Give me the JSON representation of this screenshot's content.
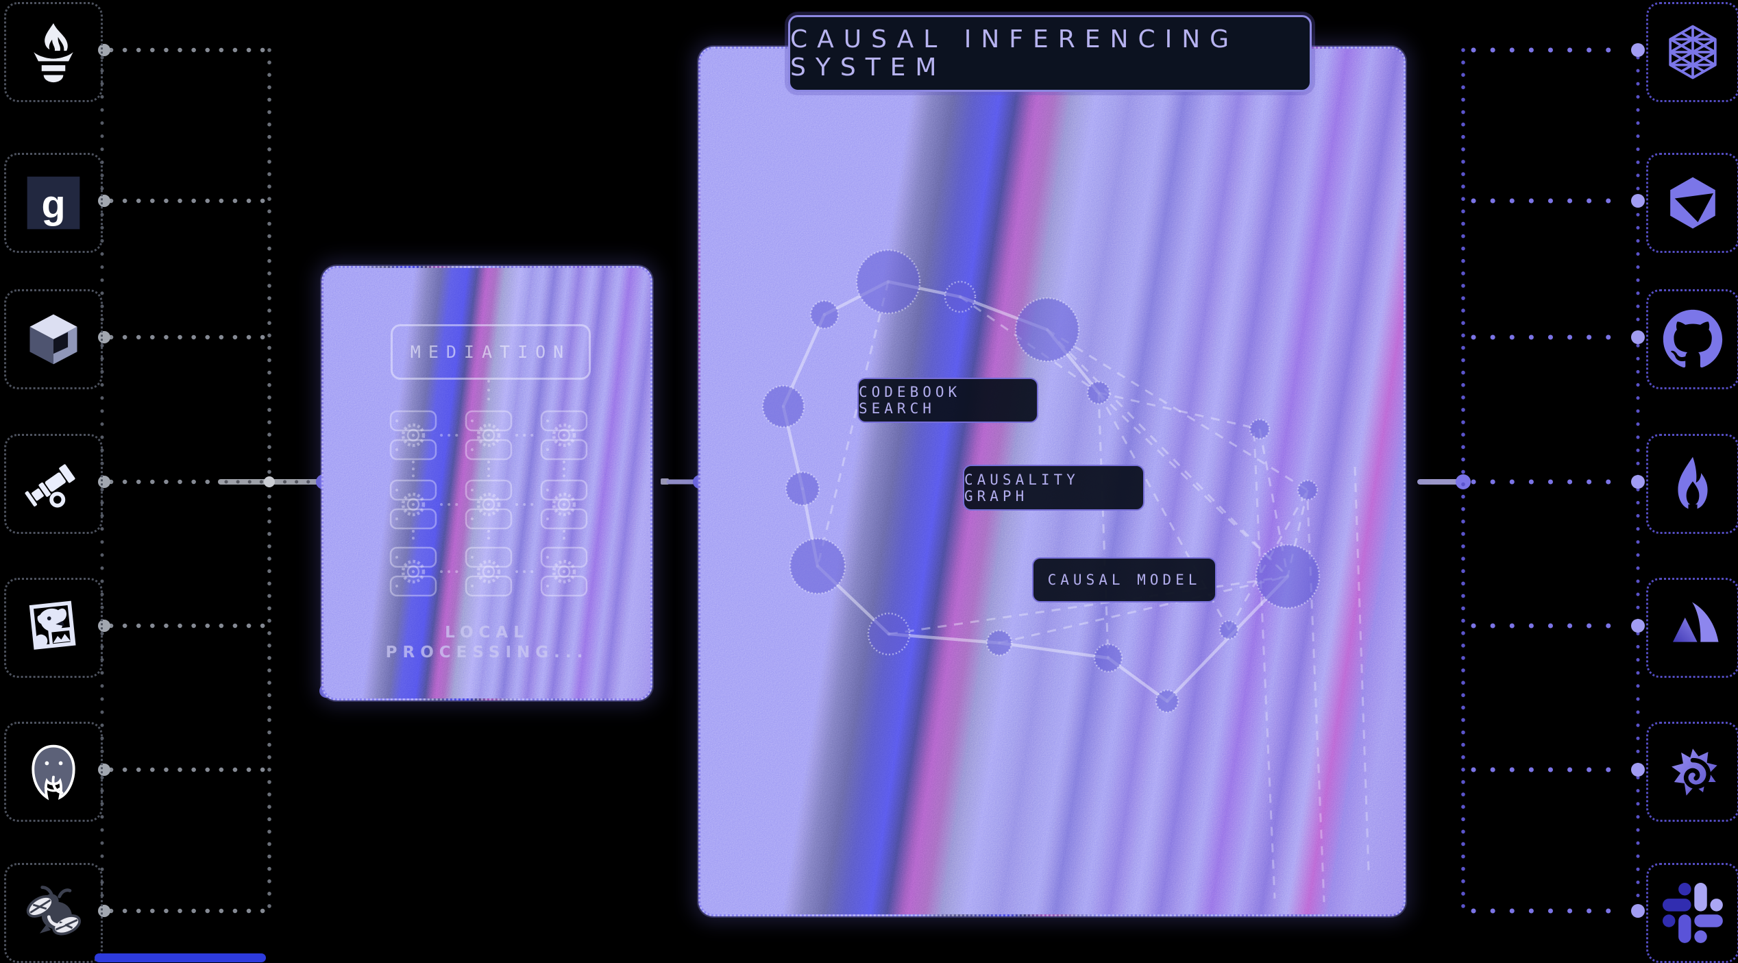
{
  "header": {
    "title": "CAUSAL INFERENCING SYSTEM"
  },
  "center": {
    "labels": [
      {
        "label": "CODEBOOK SEARCH"
      },
      {
        "label": "CAUSALITY GRAPH"
      },
      {
        "label": "CAUSAL MODEL"
      }
    ]
  },
  "mediation": {
    "title": "MEDIATION",
    "caption_line1": "LOCAL",
    "caption_line2": "PROCESSING..."
  },
  "left_integrations": [
    {
      "name": "prometheus-torch"
    },
    {
      "name": "letter-g",
      "glyph": "g"
    },
    {
      "name": "cube-3d"
    },
    {
      "name": "telescope"
    },
    {
      "name": "datadog"
    },
    {
      "name": "postgresql-elephant"
    },
    {
      "name": "bee"
    }
  ],
  "right_integrations": [
    {
      "name": "hex-mesh"
    },
    {
      "name": "cube-prism"
    },
    {
      "name": "github"
    },
    {
      "name": "flame"
    },
    {
      "name": "atlassian"
    },
    {
      "name": "grafana"
    },
    {
      "name": "slack"
    }
  ],
  "colors": {
    "accent": "#7b76e8",
    "panel_purple": "#8681f0",
    "label_bg": "#0d1220",
    "label_border": "#8b86e0",
    "label_text": "#b3aeee",
    "wire_gray": "#9ca3af",
    "wire_purple": "#6f68dc",
    "bottom_bar_blue": "#2d3bdc"
  }
}
